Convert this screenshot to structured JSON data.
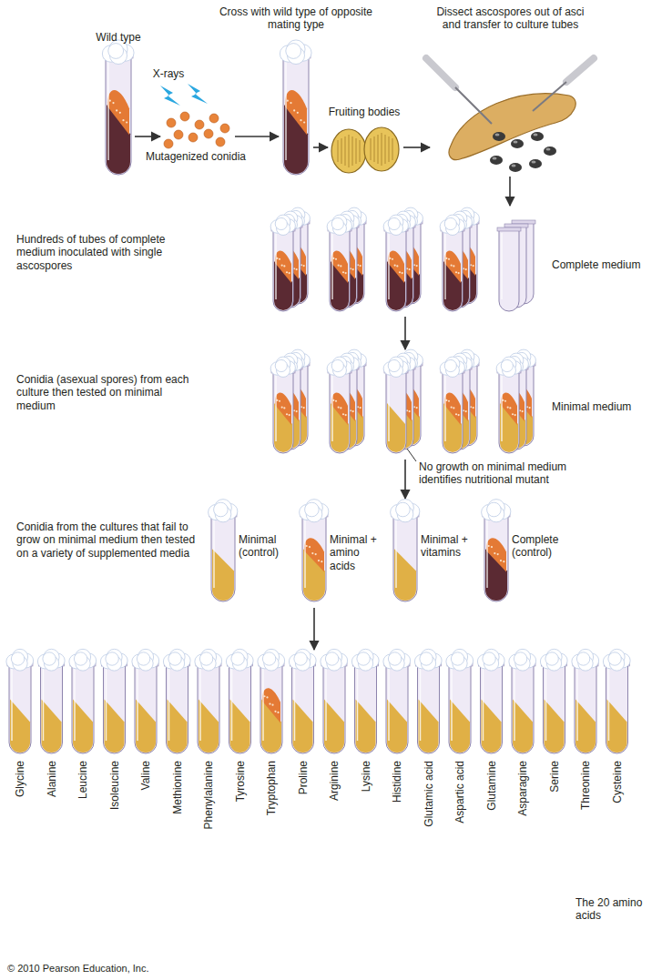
{
  "diagram": {
    "labels": [
      "Wild type",
      "X-rays",
      "Mutagenized conidia",
      "Cross with wild type of opposite mating type",
      "Fruiting bodies",
      "Dissect ascospores out of asci and transfer to culture tubes",
      "Hundreds of tubes of complete medium inoculated with single ascospores",
      "Complete medium",
      "Conidia (asexual spores) from each culture then tested on minimal medium",
      "Minimal medium",
      "No growth on minimal medium identifies nutritional mutant",
      "Conidia from the cultures that fail to grow on minimal medium then tested on a variety of supplemented media",
      "Minimal (control)",
      "Minimal + amino acids",
      "Minimal + vitamins",
      "Complete (control)",
      "Glycine",
      "Alanine",
      "Leucine",
      "Isoleucine",
      "Valine",
      "Methionine",
      "Phenylalanine",
      "Tyrosine",
      "Tryptophan",
      "Proline",
      "Arginine",
      "Lysine",
      "Histidine",
      "Glutamic acid",
      "Aspartic acid",
      "Glutamine",
      "Asparagine",
      "Serine",
      "Threonine",
      "Cysteine",
      "The 20 amino acids",
      "© 2010 Pearson Education, Inc."
    ]
  }
}
